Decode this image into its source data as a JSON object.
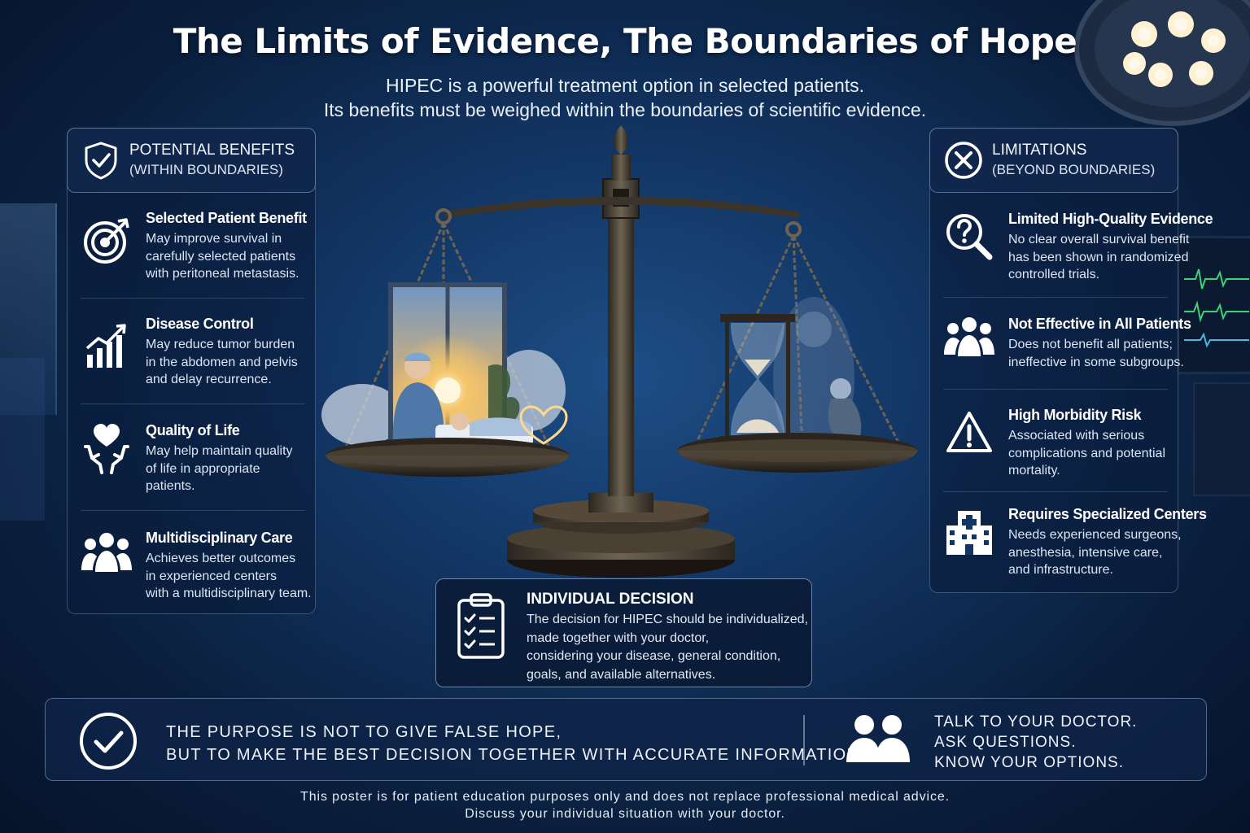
{
  "header": {
    "title": "The Limits of Evidence, The Boundaries of Hope",
    "subtitle_line1": "HIPEC is a powerful treatment option in selected patients.",
    "subtitle_line2": "Its benefits must be weighed within the boundaries of scientific evidence."
  },
  "benefits": {
    "heading": "POTENTIAL BENEFITS",
    "subheading": "(WITHIN BOUNDARIES)",
    "icon": "shield-check-icon",
    "items": [
      {
        "icon": "target-icon",
        "title": "Selected Patient Benefit",
        "lines": [
          "May improve survival in",
          "carefully selected patients",
          "with peritoneal metastasis."
        ]
      },
      {
        "icon": "growth-chart-icon",
        "title": "Disease Control",
        "lines": [
          "May reduce tumor burden",
          "in the abdomen and pelvis",
          "and delay recurrence."
        ]
      },
      {
        "icon": "heart-hands-icon",
        "title": "Quality of Life",
        "lines": [
          "May help maintain quality",
          "of life in appropriate",
          "patients."
        ]
      },
      {
        "icon": "team-icon",
        "title": "Multidisciplinary Care",
        "lines": [
          "Achieves better outcomes",
          "in experienced centers",
          "with a multidisciplinary team."
        ]
      }
    ]
  },
  "limitations": {
    "heading": "LIMITATIONS",
    "subheading": "(BEYOND BOUNDARIES)",
    "icon": "x-circle-icon",
    "items": [
      {
        "icon": "question-magnifier-icon",
        "title": "Limited High-Quality Evidence",
        "lines": [
          "No clear overall survival benefit",
          "has been shown in randomized",
          "controlled trials."
        ]
      },
      {
        "icon": "group-icon",
        "title": "Not Effective in All Patients",
        "lines": [
          "Does not benefit all patients;",
          "ineffective in some subgroups."
        ]
      },
      {
        "icon": "warning-triangle-icon",
        "title": "High Morbidity Risk",
        "lines": [
          "Associated with serious",
          "complications and potential",
          "mortality."
        ]
      },
      {
        "icon": "hospital-icon",
        "title": "Requires Specialized Centers",
        "lines": [
          "Needs experienced surgeons,",
          "anesthesia, intensive care,",
          "and infrastructure."
        ]
      }
    ]
  },
  "decision": {
    "icon": "clipboard-checklist-icon",
    "title": "INDIVIDUAL DECISION",
    "lines": [
      "The decision for HIPEC should be individualized,",
      "made together with your doctor,",
      "considering your disease, general condition,",
      "goals, and available alternatives."
    ]
  },
  "banner": {
    "message_line1": "THE PURPOSE IS NOT TO GIVE FALSE HOPE,",
    "message_line2": "BUT TO MAKE THE BEST DECISION TOGETHER WITH ACCURATE INFORMATION.",
    "call_line1": "TALK TO YOUR DOCTOR.",
    "call_line2": "ASK QUESTIONS.",
    "call_line3": "KNOW YOUR OPTIONS."
  },
  "disclaimer": {
    "line1": "This poster is for patient education purposes only and does not replace professional medical advice.",
    "line2": "Discuss your individual situation with your doctor."
  },
  "colors": {
    "background": "#0f2f5a",
    "panel": "#0a1c3a",
    "accent_gold": "#f4c56a",
    "text": "#ffffff"
  }
}
